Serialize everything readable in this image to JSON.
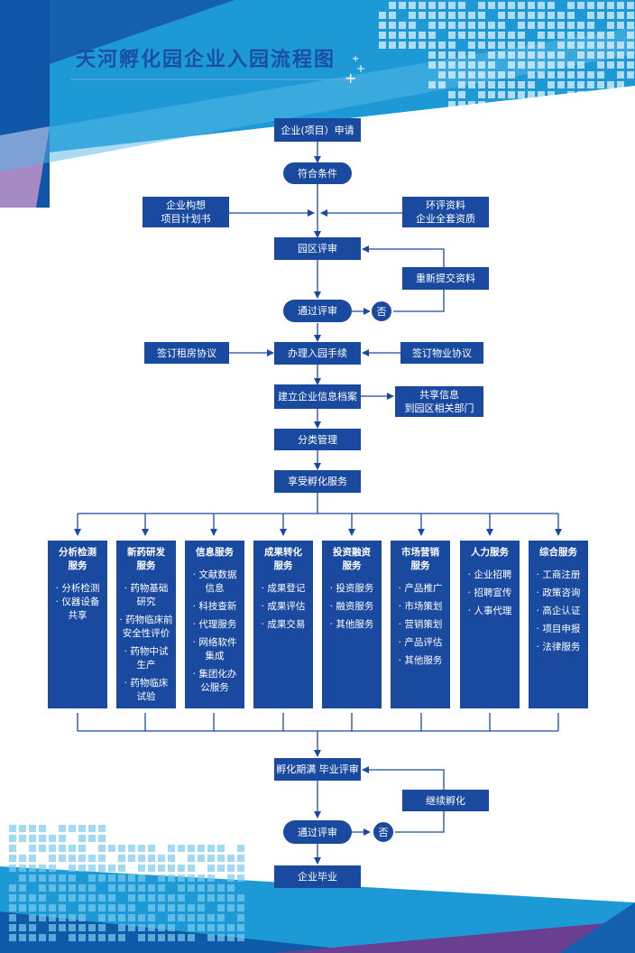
{
  "title": "天河孵化园企业入园流程图",
  "steps": {
    "apply": "企业(项目）申请",
    "qualify": "符合条件",
    "plan_l1": "企业构想",
    "plan_l2": "项目计划书",
    "env_l1": "环评资料",
    "env_l2": "企业全套资质",
    "review": "园区评审",
    "resubmit": "重新提交资料",
    "pass1": "通过评审",
    "no1": "否",
    "lease": "签订租房协议",
    "procedure": "办理入园手续",
    "property": "签订物业协议",
    "archive": "建立企业信息档案",
    "share_l1": "共享信息",
    "share_l2": "到园区相关部门",
    "classify": "分类管理",
    "enjoy": "享受孵化服务",
    "graduate_review": "孵化期满  毕业评审",
    "continue": "继续孵化",
    "pass2": "通过评审",
    "no2": "否",
    "graduate": "企业毕业"
  },
  "services": [
    {
      "title": "分析检测\n服务",
      "items": [
        "· 分析检测\n· 仪器设备\n  共享"
      ]
    },
    {
      "title": "新药研发\n服务",
      "items": [
        "· 药物基础\n  研究",
        "· 药物临床前\n  安全性评价",
        "· 药物中试\n  生产",
        "· 药物临床\n  试验"
      ]
    },
    {
      "title": "信息服务",
      "items": [
        "· 文献数据\n  信息",
        "· 科技查新",
        "· 代理服务",
        "· 网络软件\n  集成",
        "· 集团化办\n  公服务"
      ]
    },
    {
      "title": "成果转化\n服务",
      "items": [
        "· 成果登记",
        "· 成果评估",
        "· 成果交易"
      ]
    },
    {
      "title": "投资融资\n服务",
      "items": [
        "· 投资服务",
        "· 融资服务",
        "· 其他服务"
      ]
    },
    {
      "title": "市场营销\n服务",
      "items": [
        "· 产品推广",
        "· 市场策划",
        "· 营销策划",
        "· 产品评估",
        "· 其他服务"
      ]
    },
    {
      "title": "人力服务",
      "items": [
        "· 企业招聘",
        "· 招聘宣传",
        "· 人事代理"
      ]
    },
    {
      "title": "综合服务",
      "items": [
        "· 工商注册",
        "· 政策咨询",
        "· 高企认证",
        "· 项目申报",
        "· 法律服务"
      ]
    }
  ],
  "colors": {
    "box": "#1a4aa0",
    "line": "#1a4aa0",
    "title": "#1b4fa6"
  }
}
